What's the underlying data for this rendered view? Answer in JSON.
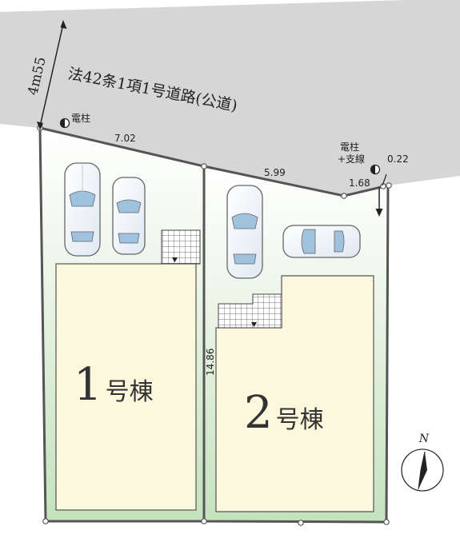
{
  "road": {
    "label": "法42条1項1号道路(公道)",
    "width": "4m55"
  },
  "poles": {
    "left_label": "電柱",
    "right_label_line1": "電柱",
    "right_label_line2": "+支線"
  },
  "dimensions": {
    "front_left": "7.02",
    "front_right": "5.99",
    "corner": "1.68",
    "setback": "0.22",
    "depth": "14.86"
  },
  "buildings": {
    "one": {
      "num": "1",
      "suffix": "号棟"
    },
    "two": {
      "num": "2",
      "suffix": "号棟"
    }
  },
  "compass": {
    "north": "N"
  },
  "colors": {
    "road": "#d6d6d6",
    "lot_green": "#cfe7c8",
    "house_fill": "#fbf8dd",
    "boundary": "#555555"
  }
}
